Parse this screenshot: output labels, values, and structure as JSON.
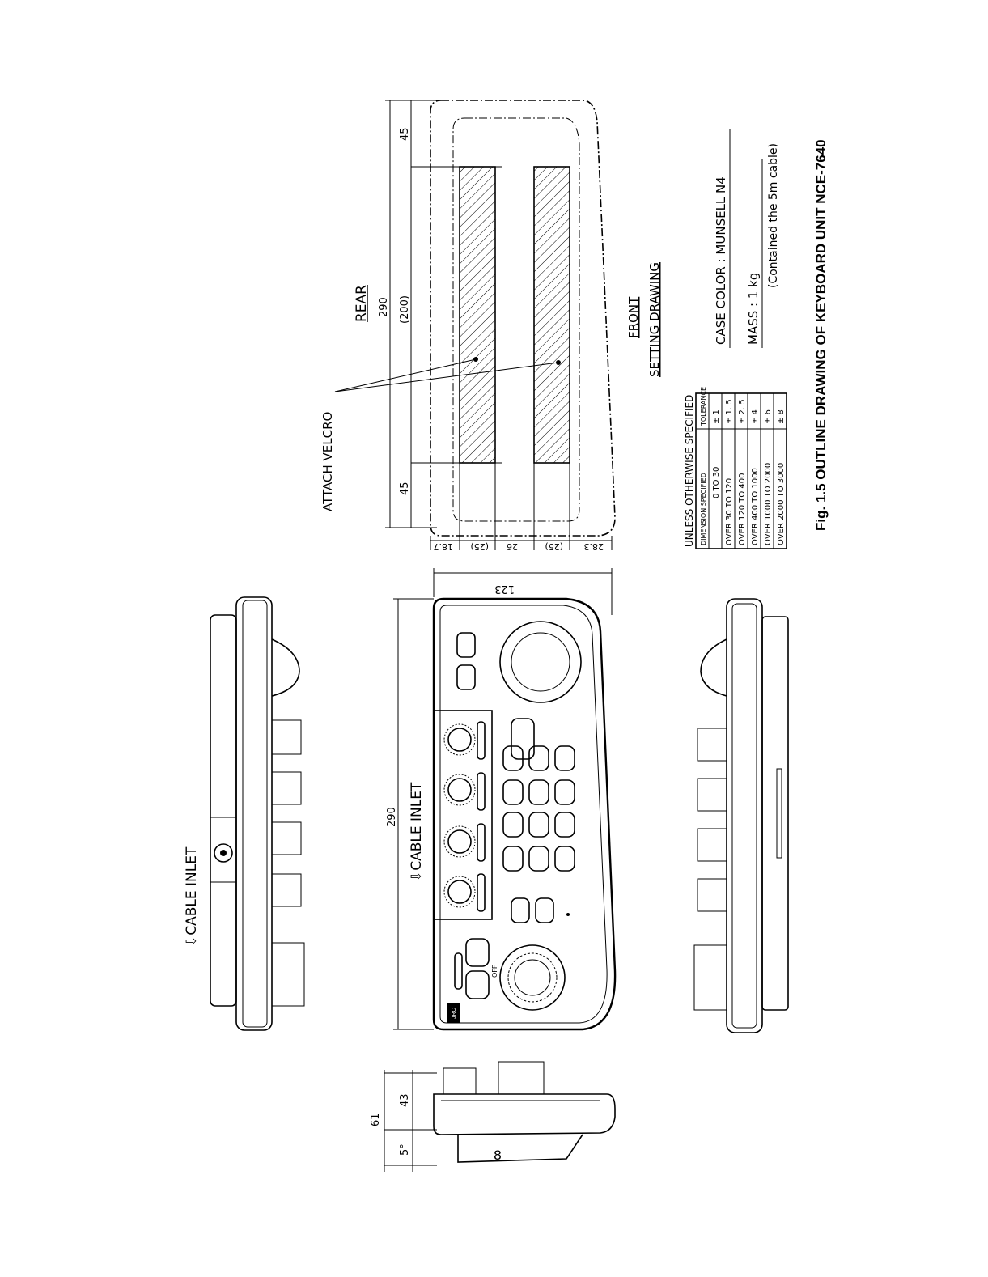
{
  "figure": {
    "caption": "Fig. 1.5    OUTLINE DRAWING OF KEYBOARD UNIT NCE-7640"
  },
  "page_number": "8",
  "views": {
    "top_side_label": "⇩CABLE INLET",
    "front_label": "⇩CABLE INLET",
    "front_width": "290",
    "front_depth": "123",
    "side_total_height": "61",
    "side_height": "43",
    "side_angle": "5°",
    "logo": "JRC",
    "off_label": "OFF"
  },
  "rear": {
    "title": "REAR",
    "overall": "290",
    "center": "(200)",
    "left_margin": "45",
    "right_margin": "45",
    "velcro_label": "ATTACH VELCRO",
    "dims_vertical": [
      "18.7",
      "(25)",
      "26",
      "(25)",
      "28.3"
    ]
  },
  "labels": {
    "front": "FRONT",
    "setting": "SETTING DRAWING"
  },
  "tolerance_table": {
    "title": "UNLESS OTHERWISE SPECIFIED",
    "headers": [
      "DIMENSION SPECIFIED",
      "TOLERANCE"
    ],
    "rows": [
      [
        "0  TO  30",
        "± 1"
      ],
      [
        "OVER  30  TO  120",
        "± 1. 5"
      ],
      [
        "OVER  120  TO  400",
        "± 2. 5"
      ],
      [
        "OVER  400  TO  1000",
        "± 4"
      ],
      [
        "OVER  1000  TO  2000",
        "± 6"
      ],
      [
        "OVER  2000  TO  3000",
        "± 8"
      ]
    ]
  },
  "specs": {
    "case_color": "CASE  COLOR  :  MUNSELL  N4",
    "mass": "MASS          :  1 kg",
    "mass_note": "(Contained  the  5m  cable)"
  }
}
